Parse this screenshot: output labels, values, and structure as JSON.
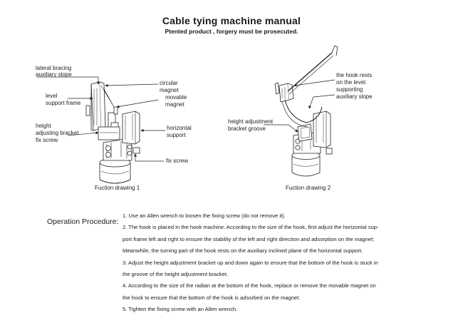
{
  "header": {
    "title": "Cable tying machine manual",
    "subtitle": "Ptented product , forgery must be prosecuted."
  },
  "drawing1": {
    "caption": "Fuction drawing  1",
    "labels": {
      "lateral_bracing_1": "lateral bracing",
      "lateral_bracing_2": "auxiliary slope",
      "level_support_1": "level",
      "level_support_2": "support frame",
      "height_bracket_1": "height",
      "height_bracket_2": "adjusting bracket",
      "height_bracket_3": "fix screw",
      "circular_magnet_1": "circular",
      "circular_magnet_2": "magnet",
      "movable_magnet_1": "movable",
      "movable_magnet_2": "magnet",
      "horizontal_support_1": "horizontal",
      "horizontal_support_2": "support",
      "fix_screw": "fix screw"
    }
  },
  "drawing2": {
    "caption": "Fuction drawing 2",
    "labels": {
      "hook_rests_1": "the hook rests",
      "hook_rests_2": "on the level.",
      "hook_rests_3": "supporting",
      "hook_rests_4": "auxiliary slope",
      "groove_1": "height adjustment",
      "groove_2": "bracket groove"
    }
  },
  "procedure": {
    "heading": "Operation Procedure:",
    "steps": [
      "1. Use an Allen wrench to loosen the fixing screw (do not remove it).",
      "2. The hook is placed in the hook machine. According to the size of the hook, first adjust the horizontal sup-",
      "port frame left and right to ensure the stability of the left and right direction and adsorption on the magnet;",
      "Meanwhile, the turning part of the hook rests on the auxiliary inclined plane of the horizontal support.",
      "3. Adjust the height adjustment bracket up and down again to ensure that the bottom of the hook is stuck in",
      "the groove of the height adjustment bracket.",
      "4. According to the size of the radian at the bottom of the hook, replace or remove the movable magnet on",
      "the hook to ensure that the bottom of the hook is adsorbed on the magnet.",
      "5. Tighten the fixing screw with an Allen wrench."
    ]
  }
}
